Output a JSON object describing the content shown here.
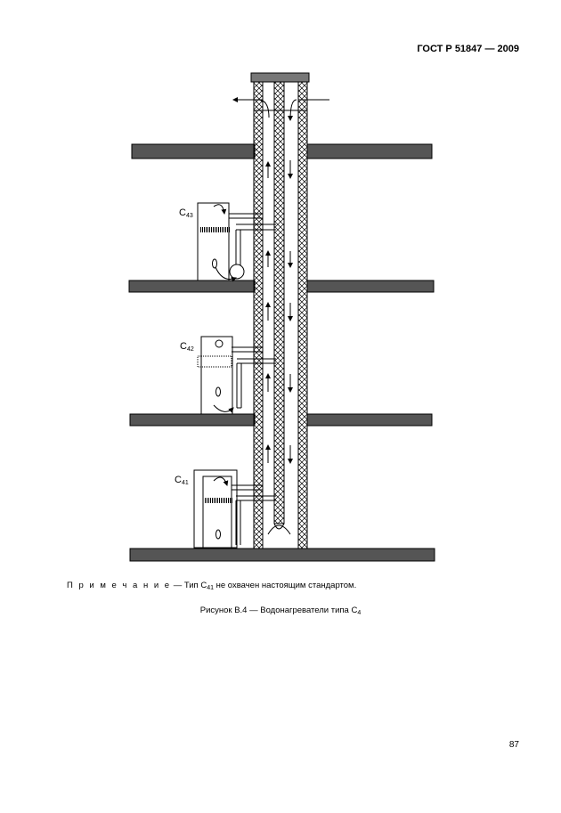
{
  "header": {
    "standard": "ГОСТ Р 51847 — 2009"
  },
  "figure": {
    "labels": [
      {
        "main": "C",
        "sub": "43"
      },
      {
        "main": "C",
        "sub": "42"
      },
      {
        "main": "C",
        "sub": "41"
      }
    ]
  },
  "note": {
    "prefix": "П р и м е ч а н и е",
    "text_before": " — Тип С",
    "sub": "41",
    "text_after": " не охвачен настоящим стандартом."
  },
  "caption": {
    "text": "Рисунок В.4 — Водонагреватели типа С",
    "sub": "4"
  },
  "page_number": "87"
}
